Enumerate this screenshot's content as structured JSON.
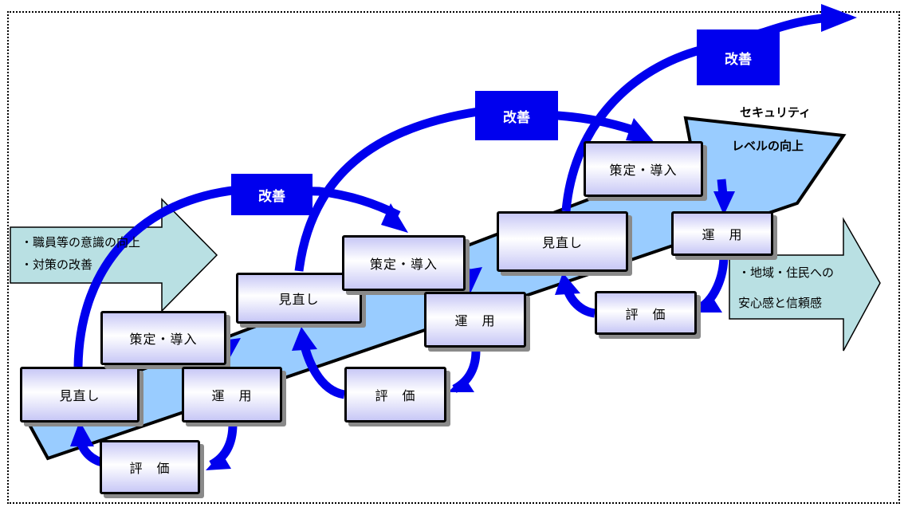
{
  "diagram": {
    "title_line1": "セキュリティ",
    "title_line2": "レベルの向上",
    "left_arrow": {
      "line1": "・職員等の意識の向上",
      "line2": "・対策の改善"
    },
    "right_arrow": {
      "line1": "・地域・住民への",
      "line2": "安心感と信頼感"
    },
    "cycles": [
      {
        "review": "見直し",
        "plan": "策定・導入",
        "operate": "運　用",
        "evaluate": "評　価"
      },
      {
        "review": "見直し",
        "plan": "策定・導入",
        "operate": "運　用",
        "evaluate": "評　価"
      },
      {
        "review": "見直し",
        "plan": "策定・導入",
        "operate": "運　用",
        "evaluate": "評　価"
      }
    ],
    "improve_labels": [
      "改善",
      "改善",
      "改善"
    ],
    "colors": {
      "arrow_blue": "#0000ee",
      "band_fill": "#99ccff",
      "callout_fill": "#b9e0e3",
      "box_gradient": "#c8c8f6"
    }
  }
}
